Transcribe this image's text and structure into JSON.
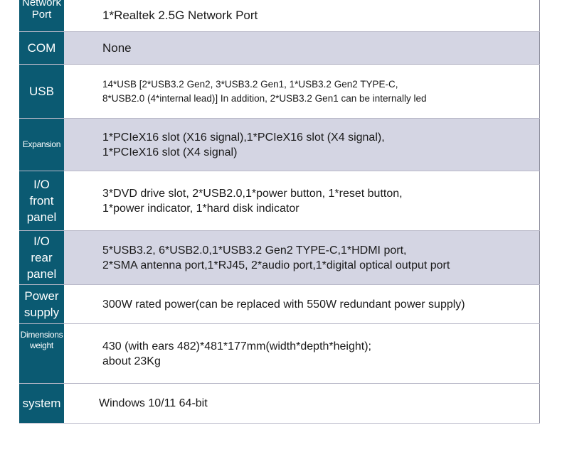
{
  "rows": [
    {
      "label": "Network\nPort",
      "value": "1*Realtek 2.5G Network Port"
    },
    {
      "label": "COM",
      "value": "None"
    },
    {
      "label": "USB",
      "value": "14*USB [2*USB3.2 Gen2, 3*USB3.2 Gen1, 1*USB3.2 Gen2 TYPE-C,\n8*USB2.0 (4*internal lead)] In addition, 2*USB3.2 Gen1 can be internally led"
    },
    {
      "label": "Expansion",
      "value": "1*PCIeX16 slot (X16 signal),1*PCIeX16 slot (X4 signal),\n1*PCIeX16 slot (X4 signal)"
    },
    {
      "label": "I/O\nfront\npanel",
      "value": "3*DVD drive slot, 2*USB2.0,1*power button, 1*reset button,\n1*power indicator, 1*hard disk indicator"
    },
    {
      "label": "I/O\nrear\npanel",
      "value": "5*USB3.2, 6*USB2.0,1*USB3.2 Gen2 TYPE-C,1*HDMI port,\n2*SMA antenna port,1*RJ45, 2*audio port,1*digital optical output port"
    },
    {
      "label": "Power\nsupply",
      "value": "300W rated power(can be replaced with 550W redundant power supply)"
    },
    {
      "label": "Dimensions\nweight",
      "value": "430 (with ears 482)*481*177mm(width*depth*height);\nabout 23Kg"
    },
    {
      "label": "system",
      "value": "Windows 10/11 64-bit"
    }
  ]
}
